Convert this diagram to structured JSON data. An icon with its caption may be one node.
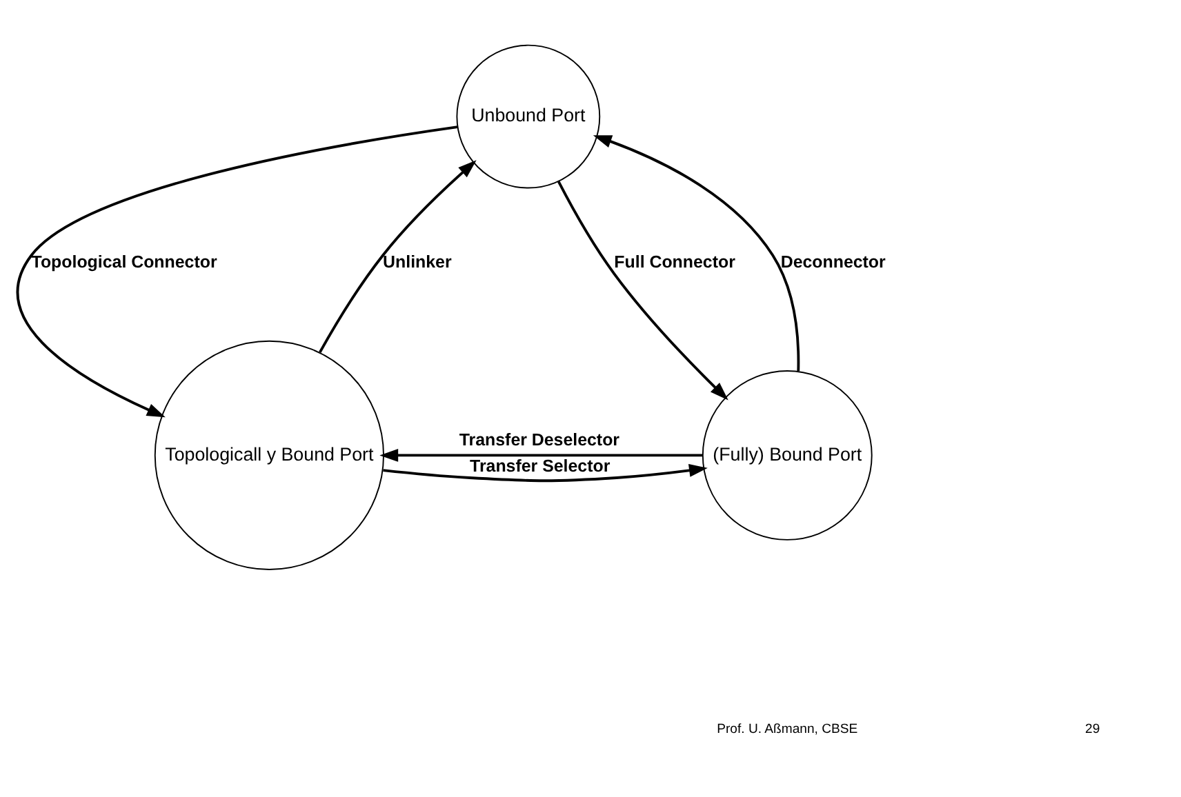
{
  "diagram": {
    "nodes": [
      {
        "text": [
          "Unbound Port"
        ]
      },
      {
        "text": [
          "Topologicall y Bound Port"
        ]
      },
      {
        "text": [
          "(Fully) Bound Port"
        ]
      }
    ],
    "edges": [
      {
        "from": 0,
        "to": 1,
        "arrow": "to",
        "label": "Topological Connector"
      },
      {
        "from": 1,
        "to": 0,
        "arrow": "to",
        "label": "Unlinker"
      },
      {
        "from": 0,
        "to": 2,
        "arrow": "to",
        "label": "Full Connector"
      },
      {
        "from": 2,
        "to": 0,
        "arrow": "to",
        "label": "Deconnector"
      },
      {
        "from": 2,
        "to": 1,
        "arrow": "to",
        "label": "Transfer Deselector"
      },
      {
        "from": 1,
        "to": 2,
        "arrow": "to",
        "label": "Transfer Selector"
      }
    ],
    "labels": [
      "Prof. U. Aßmann, CBSE",
      "29"
    ]
  }
}
